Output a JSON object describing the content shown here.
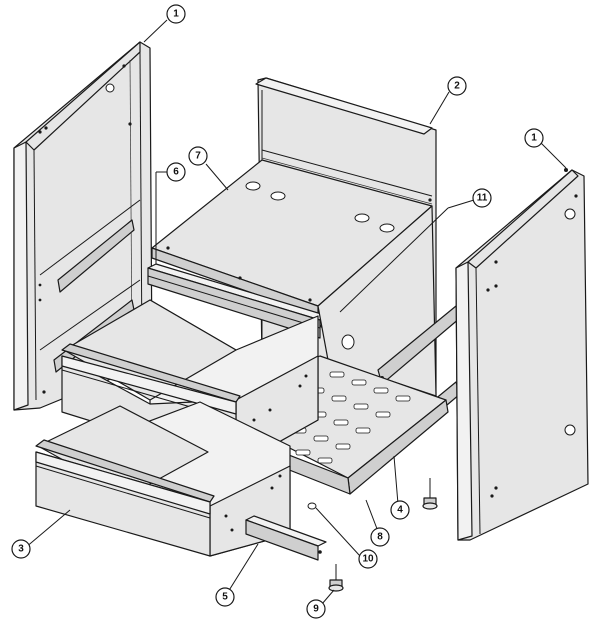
{
  "callouts": {
    "c1a": "1",
    "c2": "2",
    "c7": "7",
    "c6": "6",
    "c11": "11",
    "c1b": "1",
    "c3": "3",
    "c4": "4",
    "c5": "5",
    "c8": "8",
    "c9": "9",
    "c10": "10"
  }
}
